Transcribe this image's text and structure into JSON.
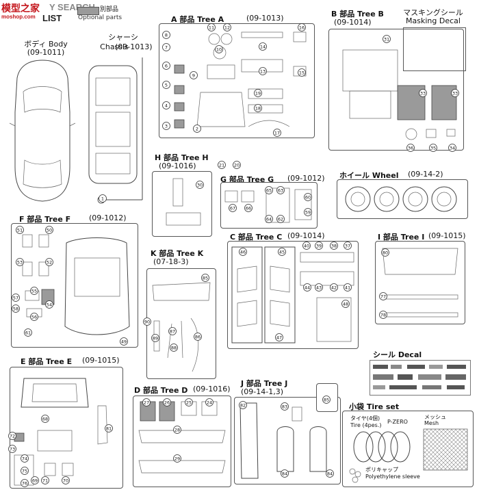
{
  "header": {
    "brand_text": "模型之家",
    "brand_domain": "moshop.com",
    "title_main": "Y SEARCH",
    "title_sub": "LIST",
    "legend_jp": "別部品",
    "legend_en": "Optional parts"
  },
  "trees": {
    "body": {
      "jp": "ボディ Body",
      "code": "(09-1011)"
    },
    "chassis": {
      "jp": "シャーシ",
      "en": "Chassis",
      "code": "(09-1013)"
    },
    "a": {
      "jp": "A 部品 Tree A",
      "code": "(09-1013)"
    },
    "b": {
      "jp": "B 部品 Tree B",
      "code": "(09-1014)"
    },
    "masking": {
      "jp": "マスキングシール",
      "en": "Masking Decal"
    },
    "h": {
      "jp": "H 部品 Tree H",
      "code": "(09-1016)"
    },
    "g": {
      "jp": "G 部品 Tree G",
      "code": "(09-1012)"
    },
    "wheel": {
      "jp": "ホイール Wheel",
      "code": "(09-14-2)"
    },
    "f": {
      "jp": "F 部品 Tree F",
      "code": "(09-1012)"
    },
    "k": {
      "jp": "K 部品 Tree K",
      "code": "(07-18-3)"
    },
    "c": {
      "jp": "C 部品 Tree C",
      "code": "(09-1014)"
    },
    "i": {
      "jp": "I 部品 Tree I",
      "code": "(09-1015)"
    },
    "decal": {
      "jp": "シール Decal"
    },
    "e": {
      "jp": "E 部品 Tree E",
      "code": "(09-1015)"
    },
    "d": {
      "jp": "D 部品 Tree D",
      "code": "(09-1016)"
    },
    "j": {
      "jp": "J 部品 Tree J",
      "code": "(09-14-1,3)"
    },
    "tireset": {
      "jp": "小袋 Tire set"
    }
  },
  "tireset": {
    "tire_jp": "タイヤ(4個)",
    "tire_en": "Tire (4pes.)",
    "tire_brand": "P-ZERO",
    "mesh_jp": "メッシュ",
    "mesh_en": "Mesh",
    "sleeve_jp": "ポリキャップ",
    "sleeve_en": "Polyethylene sleeve"
  },
  "part_numbers": {
    "chassis": [
      "8",
      "7",
      "6",
      "5",
      "4",
      "3",
      "2",
      "1",
      "9"
    ],
    "a": [
      "11",
      "12",
      "10",
      "14",
      "16",
      "13",
      "15",
      "19",
      "18",
      "17"
    ],
    "b": [
      "31",
      "33",
      "33",
      "36",
      "35",
      "34"
    ],
    "h": [
      "21",
      "20",
      "30"
    ],
    "g": [
      "65",
      "63",
      "62",
      "64",
      "67",
      "66",
      "60",
      "59"
    ],
    "f": [
      "51",
      "50",
      "53",
      "52",
      "57",
      "55",
      "54",
      "58",
      "56",
      "61",
      "49"
    ],
    "k": [
      "85",
      "90",
      "89",
      "88",
      "87",
      "86"
    ],
    "c": [
      "46",
      "45",
      "40",
      "39",
      "38",
      "37",
      "44",
      "43",
      "42",
      "41",
      "48",
      "47"
    ],
    "i": [
      "80",
      "77",
      "78"
    ],
    "e": [
      "68",
      "72",
      "73",
      "74",
      "75",
      "76",
      "71",
      "70",
      "69",
      "81"
    ],
    "d": [
      "27",
      "26",
      "25",
      "24",
      "28",
      "29"
    ],
    "j": [
      "82",
      "83",
      "84",
      "84",
      "85"
    ]
  }
}
